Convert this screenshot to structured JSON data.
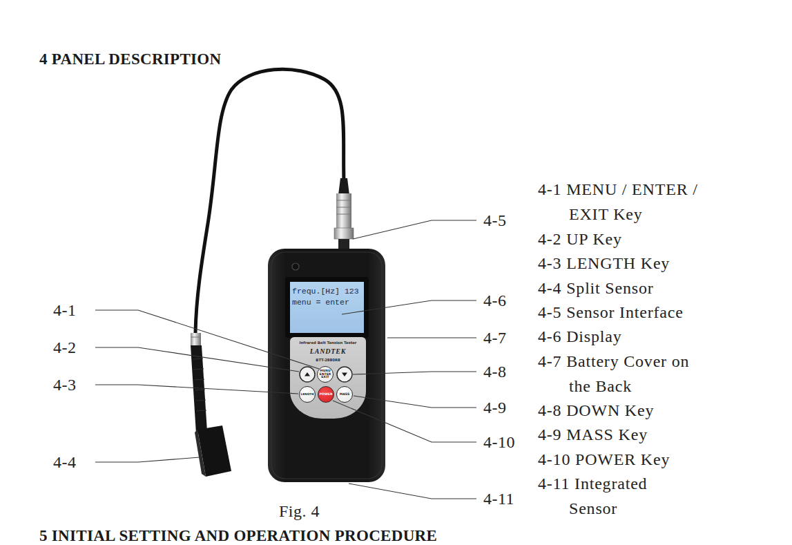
{
  "diagram": {
    "title": "4 PANEL DESCRIPTION",
    "caption": "Fig. 4",
    "nodes": [
      {
        "text": [
          "frequ.[Hz] 123",
          "menu = enter"
        ]
      },
      {
        "text": [
          "Infrared Belt Tension Tester",
          "LANDTEK",
          "BTT-2880R8"
        ]
      },
      {
        "text": [
          "MENU ENTER EXIT"
        ],
        "in": 1
      },
      {
        "text": [
          "LENGTH"
        ],
        "in": 1
      },
      {
        "text": [
          "POWER"
        ],
        "in": 1
      },
      {
        "text": [
          "MASS"
        ],
        "in": 1
      }
    ],
    "labels": [
      "4-1",
      "4-2",
      "4-3",
      "4-4",
      "4-5",
      "4-6",
      "4-7",
      "4-8",
      "4-9",
      "4-10",
      "4-11",
      "4-1 MENU / ENTER / EXIT Key",
      "4-2 UP Key",
      "4-3 LENGTH Key",
      "4-4 Split Sensor",
      "4-5 Sensor Interface",
      "4-6 Display",
      "4-7 Battery Cover on the Back",
      "4-8 DOWN Key",
      "4-9 MASS Key",
      "4-10 POWER Key",
      "4-11 Integrated Sensor",
      "5 INITIAL SETTING AND OPERATION PROCEDURE"
    ]
  }
}
